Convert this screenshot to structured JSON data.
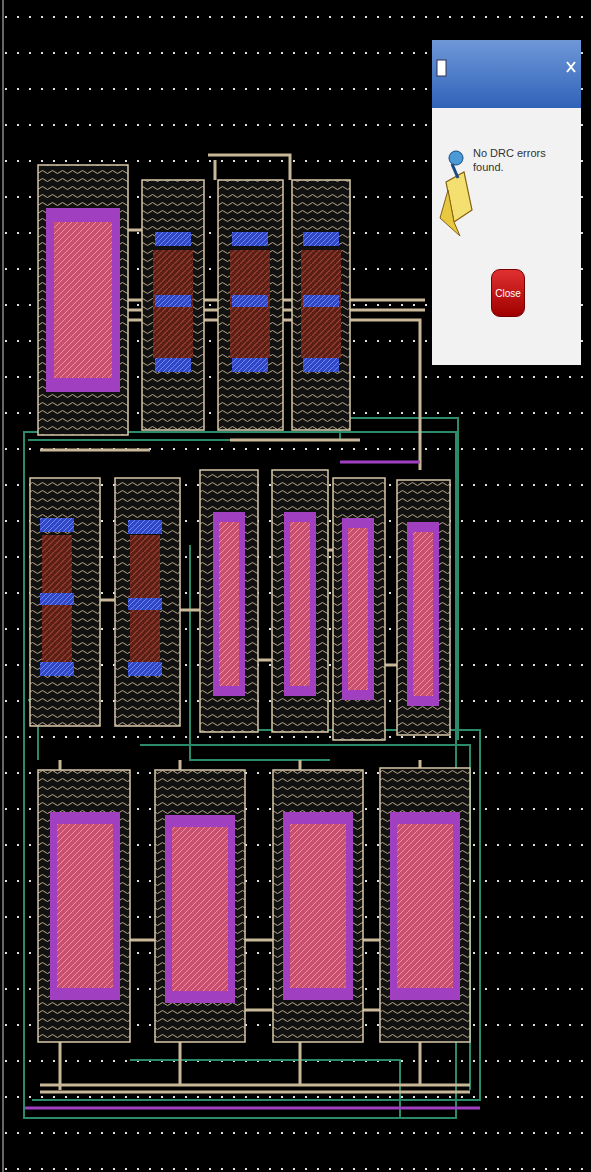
{
  "diagram": {
    "nodes": [
      {
        "text": [
          "No DRC errors found."
        ]
      },
      {
        "text": [
          "Close"
        ],
        "in": 0
      }
    ]
  }
}
